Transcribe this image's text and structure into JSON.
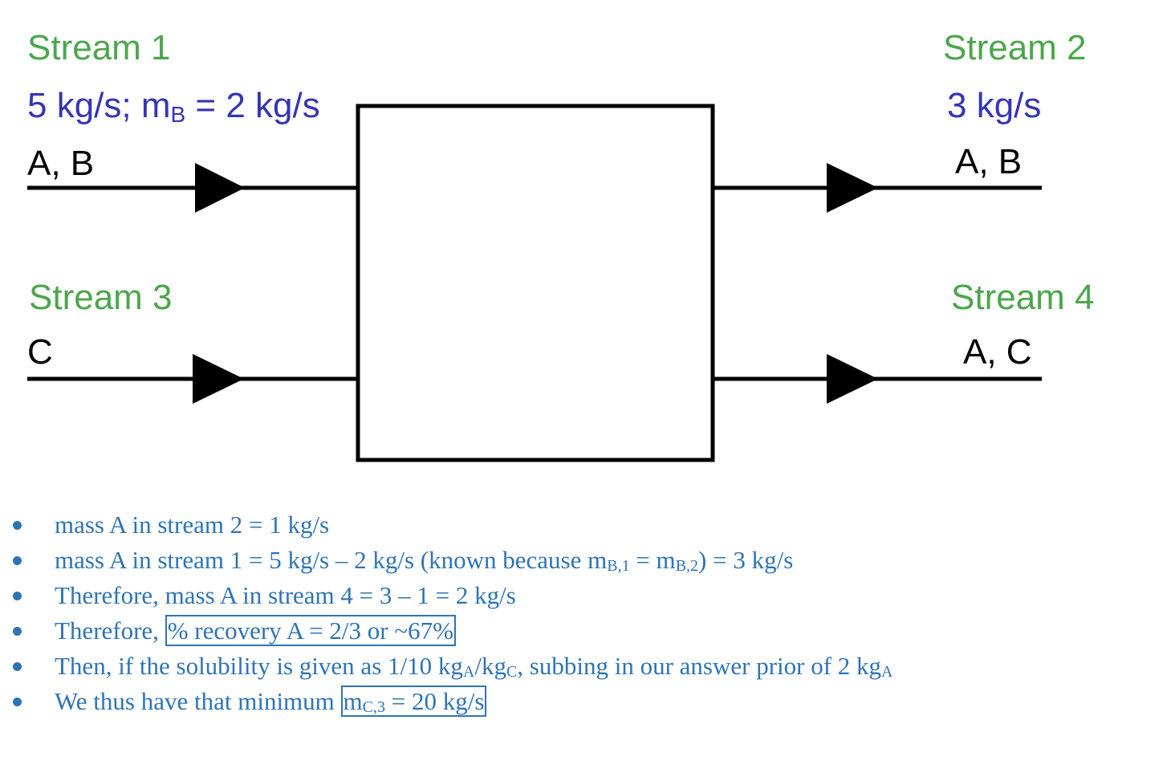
{
  "colors": {
    "stream_title": "#4ca64c",
    "flow_rate": "#3535b5",
    "component": "#000000",
    "notes": "#2e74b5"
  },
  "streams": {
    "s1": {
      "title": "Stream 1",
      "flow": "5 kg/s; m",
      "flow_sub": "B",
      "flow_tail": " = 2 kg/s",
      "components": "A, B"
    },
    "s2": {
      "title": "Stream 2",
      "flow": "3 kg/s",
      "components": "A, B"
    },
    "s3": {
      "title": "Stream 3",
      "components": "C"
    },
    "s4": {
      "title": "Stream 4",
      "components": "A, C"
    }
  },
  "notes": [
    {
      "parts": [
        {
          "t": "mass A in stream 2 = 1 kg/s"
        }
      ]
    },
    {
      "parts": [
        {
          "t": "mass A in stream 1 = 5 kg/s – 2 kg/s (known because m"
        },
        {
          "t": "B,1",
          "sub": true
        },
        {
          "t": " = m"
        },
        {
          "t": "B,2",
          "sub": true
        },
        {
          "t": ") = 3 kg/s"
        }
      ]
    },
    {
      "parts": [
        {
          "t": "Therefore, mass A in stream 4 = 3 – 1 = 2 kg/s"
        }
      ]
    },
    {
      "parts": [
        {
          "t": "Therefore, "
        },
        {
          "t": "% recovery A = 2/3 or ~67%",
          "box": true
        }
      ]
    },
    {
      "parts": [
        {
          "t": "Then, if the solubility is given as 1/10 kg"
        },
        {
          "t": "A",
          "sub": true
        },
        {
          "t": "/kg"
        },
        {
          "t": "C",
          "sub": true
        },
        {
          "t": ", subbing in our answer prior of 2 kg"
        },
        {
          "t": "A",
          "sub": true
        }
      ]
    },
    {
      "parts": [
        {
          "t": "We thus have that minimum "
        },
        {
          "box": true,
          "inner": [
            {
              "t": "m"
            },
            {
              "t": "C,3",
              "sub": true
            },
            {
              "t": " = 20 kg/s"
            }
          ]
        }
      ]
    }
  ]
}
